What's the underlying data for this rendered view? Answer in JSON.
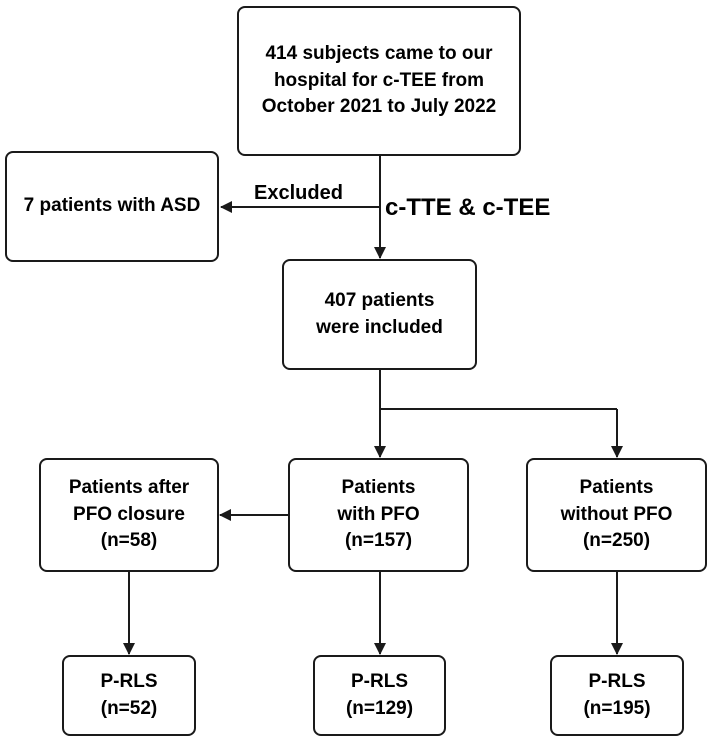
{
  "nodes": {
    "start": {
      "lines": [
        "414 subjects came to our",
        "hospital for c-TEE from",
        "October 2021 to July 2022"
      ]
    },
    "asd": {
      "lines": [
        "7 patients with ASD"
      ]
    },
    "included": {
      "lines": [
        "407 patients",
        "were included"
      ]
    },
    "after_closure": {
      "lines": [
        "Patients after",
        "PFO closure",
        "(n=58)"
      ]
    },
    "with_pfo": {
      "lines": [
        "Patients",
        "with PFO",
        "(n=157)"
      ]
    },
    "without_pfo": {
      "lines": [
        "Patients",
        "without PFO",
        "(n=250)"
      ]
    },
    "rls_closure": {
      "lines": [
        "P-RLS",
        "(n=52)"
      ]
    },
    "rls_pfo": {
      "lines": [
        "P-RLS",
        "(n=129)"
      ]
    },
    "rls_no_pfo": {
      "lines": [
        "P-RLS",
        "(n=195)"
      ]
    }
  },
  "edges": {
    "excluded": "Excluded",
    "methods": "c-TTE & c-TEE"
  }
}
